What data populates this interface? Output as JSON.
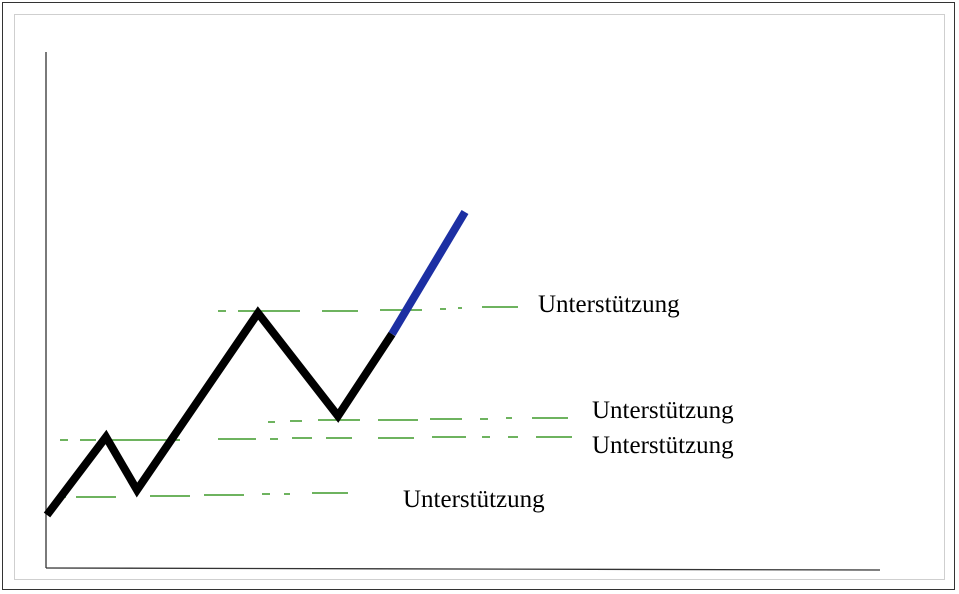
{
  "colors": {
    "price_line": "#000000",
    "breakout_segment": "#1c2fa3",
    "support_line": "#3f9a2a",
    "axis": "#333333"
  },
  "labels": {
    "support_top": "Unterstützung",
    "support_mid_upper": "Unterstützung",
    "support_mid_lower": "Unterstützung",
    "support_bottom": "Unterstützung"
  }
}
